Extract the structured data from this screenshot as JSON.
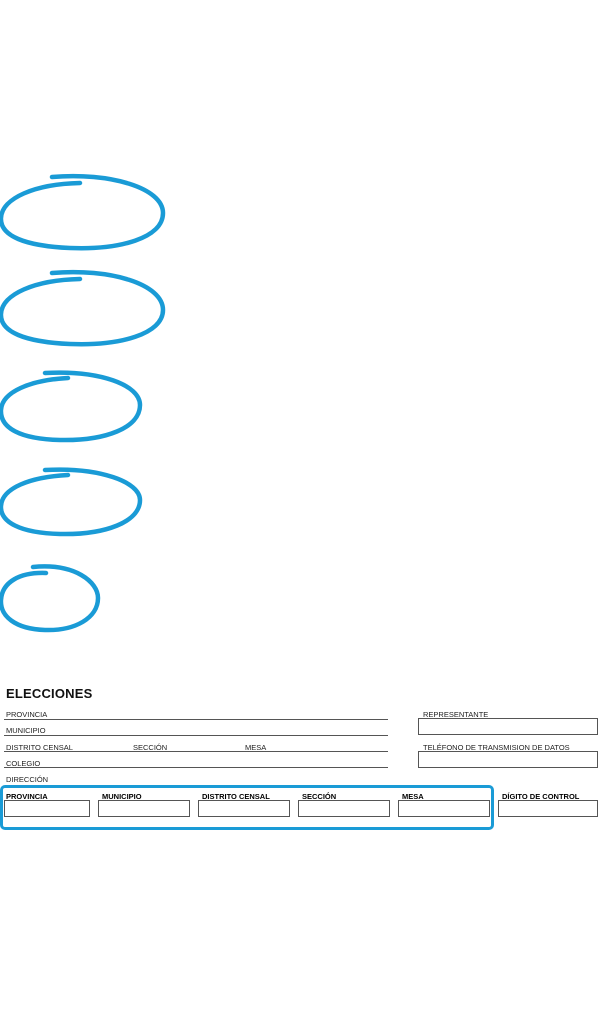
{
  "title": "ELECCIONES",
  "labels": {
    "provincia": "PROVINCIA",
    "municipio": "MUNICIPIO",
    "distrito_censal": "DISTRITO CENSAL",
    "seccion": "SECCIÓN",
    "mesa": "MESA",
    "colegio": "COLEGIO",
    "direccion": "DIRECCIÓN",
    "representante": "REPRESENTANTE",
    "telefono": "TELÉFONO DE TRANSMISION DE DATOS"
  },
  "code_fields": {
    "provincia": "PROVINCIA",
    "municipio": "MUNICIPIO",
    "distrito_censal": "DISTRITO CENSAL",
    "seccion": "SECCIÓN",
    "mesa": "MESA",
    "digito_control": "DÍGITO DE CONTROL"
  },
  "colors": {
    "annotation": "#1a9bd6",
    "rule": "#555555"
  }
}
